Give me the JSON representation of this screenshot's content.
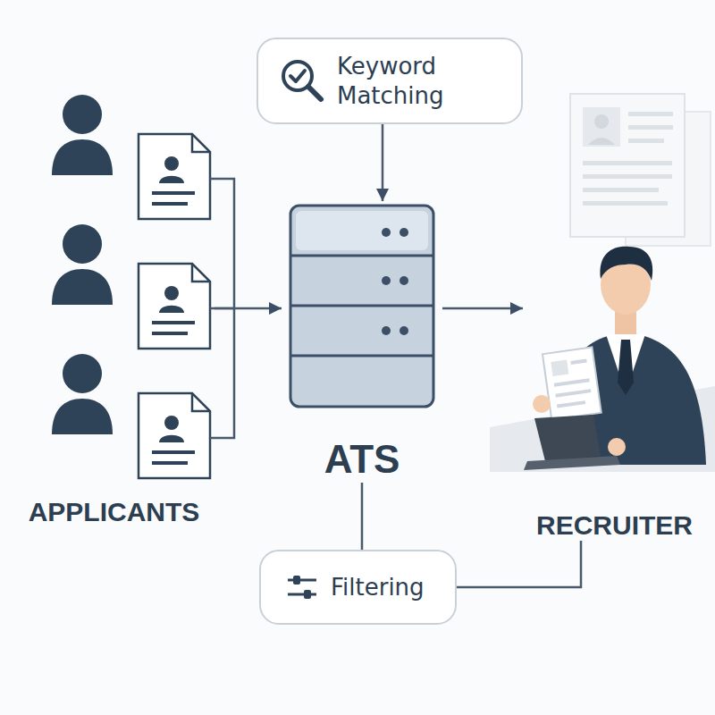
{
  "diagram": {
    "nodes": [
      {
        "text": [
          "Keyword Matching"
        ]
      },
      {
        "text": [
          "APPLICANTS"
        ]
      },
      {
        "text": [
          "ATS"
        ]
      },
      {
        "text": [
          "RECRUITER"
        ]
      },
      {
        "text": [
          "Filtering"
        ]
      }
    ],
    "edges": [
      {
        "from": 0,
        "to": 2,
        "arrow": "to"
      },
      {
        "from": 1,
        "to": 2,
        "arrow": "to"
      },
      {
        "from": 2,
        "to": 3,
        "arrow": "to"
      },
      {
        "from": 2,
        "to": 4,
        "arrow": "none"
      },
      {
        "from": 4,
        "to": 3,
        "arrow": "none"
      }
    ]
  }
}
